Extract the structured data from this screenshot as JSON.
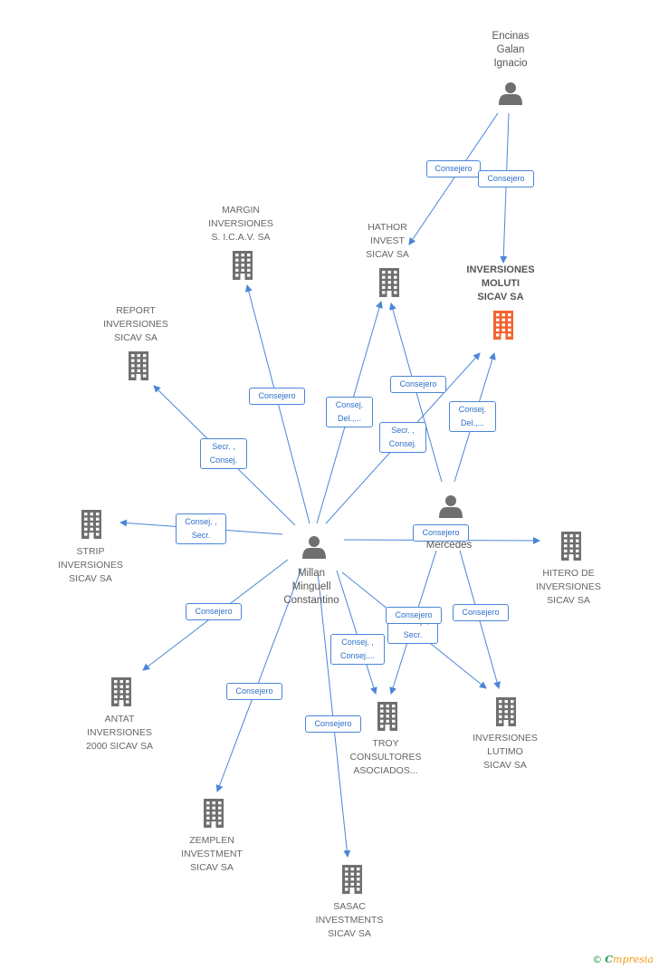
{
  "nodes": {
    "encinas": {
      "label": "Encinas\nGalan\nIgnacio",
      "kind": "person"
    },
    "millan": {
      "label": "Millan\nMinguell\nConstantino",
      "kind": "person"
    },
    "mercedes": {
      "label": "Z\nMercedes",
      "kind": "person"
    },
    "moluti": {
      "label": "INVERSIONES\nMOLUTI\nSICAV SA",
      "kind": "company",
      "focus": true
    },
    "hathor": {
      "label": "HATHOR\nINVEST\nSICAV SA",
      "kind": "company"
    },
    "margin": {
      "label": "MARGIN\nINVERSIONES\nS. I.C.A.V. SA",
      "kind": "company"
    },
    "report": {
      "label": "REPORT\nINVERSIONES\nSICAV SA",
      "kind": "company"
    },
    "strip": {
      "label": "STRIP\nINVERSIONES\nSICAV SA",
      "kind": "company"
    },
    "hitero": {
      "label": "HITERO DE\nINVERSIONES\nSICAV SA",
      "kind": "company"
    },
    "antat": {
      "label": "ANTAT\nINVERSIONES\n2000 SICAV SA",
      "kind": "company"
    },
    "zemplen": {
      "label": "ZEMPLEN\nINVESTMENT\nSICAV SA",
      "kind": "company"
    },
    "sasac": {
      "label": "SASAC\nINVESTMENTS\nSICAV SA",
      "kind": "company"
    },
    "troy": {
      "label": "TROY\nCONSULTORES\nASOCIADOS...",
      "kind": "company"
    },
    "lutimo": {
      "label": "INVERSIONES\nLUTIMO\nSICAV SA",
      "kind": "company"
    }
  },
  "edges": [
    {
      "from": "encinas",
      "to": "hathor",
      "label": "Consejero"
    },
    {
      "from": "encinas",
      "to": "moluti",
      "label": "Consejero"
    },
    {
      "from": "millan",
      "to": "margin",
      "label": "Consejero"
    },
    {
      "from": "millan",
      "to": "report",
      "label": "Secr. ,\nConsej."
    },
    {
      "from": "millan",
      "to": "hathor",
      "label": "Consej.\nDel.,..."
    },
    {
      "from": "millan",
      "to": "moluti",
      "label": "Secr. ,\nConsej."
    },
    {
      "from": "millan",
      "to": "strip",
      "label": "Consej. ,\nSecr."
    },
    {
      "from": "millan",
      "to": "hitero",
      "label": "Consejero"
    },
    {
      "from": "millan",
      "to": "antat",
      "label": "Consejero"
    },
    {
      "from": "millan",
      "to": "zemplen",
      "label": "Consejero"
    },
    {
      "from": "millan",
      "to": "sasac",
      "label": "Consejero"
    },
    {
      "from": "millan",
      "to": "troy",
      "label": "Consej. ,\nConsej...."
    },
    {
      "from": "millan",
      "to": "lutimo",
      "label": "Consej. ,\nSecr."
    },
    {
      "from": "mercedes",
      "to": "hathor",
      "label": "Consejero"
    },
    {
      "from": "mercedes",
      "to": "moluti",
      "label": "Consej.\nDel.,..."
    },
    {
      "from": "mercedes",
      "to": "troy",
      "label": "Consejero"
    },
    {
      "from": "mercedes",
      "to": "lutimo",
      "label": "Consejero"
    }
  ],
  "brand": {
    "copyright": "©",
    "name_first": "C",
    "name_rest": "mpresia"
  },
  "colors": {
    "edge": "#4a86d8",
    "icon": "#6f6f6f",
    "focus_icon": "#f26430"
  }
}
